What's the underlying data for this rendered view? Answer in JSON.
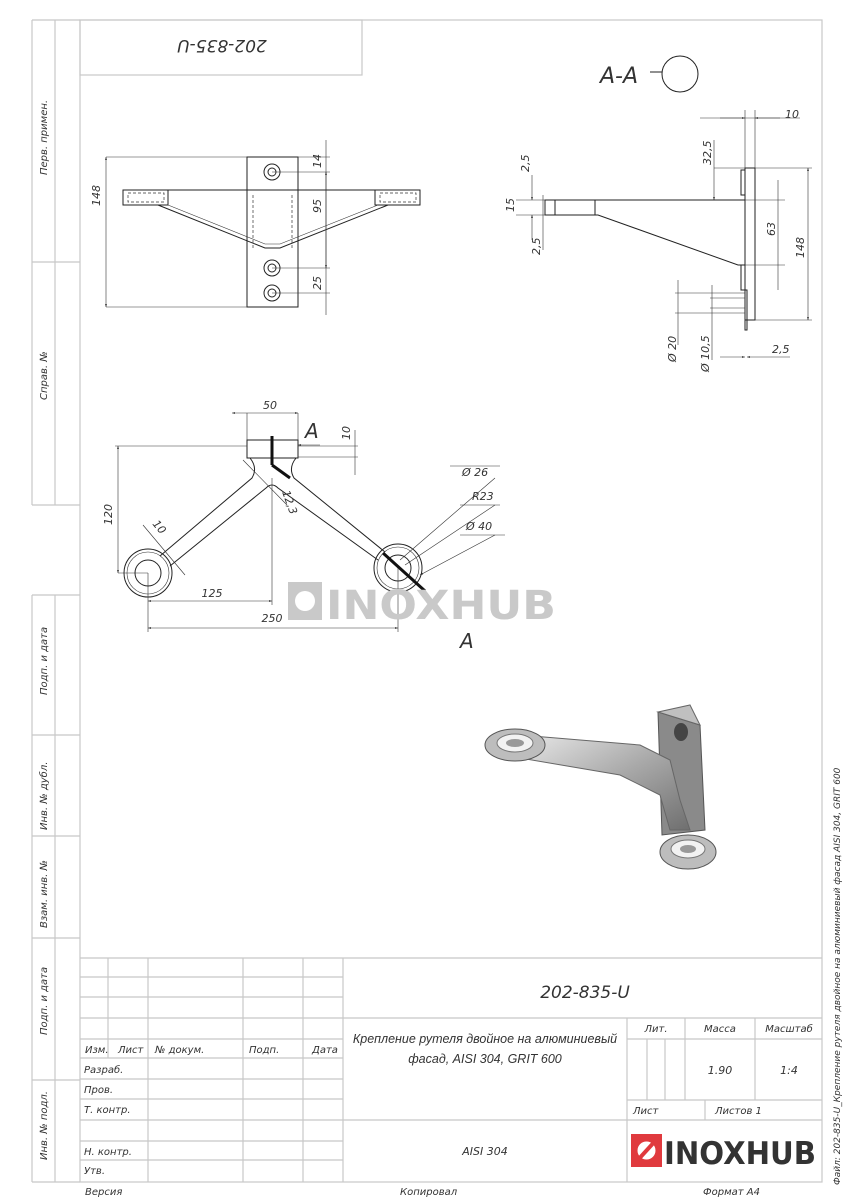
{
  "stamp_top": "202-835-U",
  "side_labels": {
    "perv_primen": "Перв. примен.",
    "sprav_no": "Справ. №",
    "podp_data_1": "Подп. и дата",
    "inv_dubl": "Инв. № дубл.",
    "vzam_inv": "Взам. инв. №",
    "podp_data_2": "Подп. и дата",
    "inv_podl": "Инв. № подл."
  },
  "front_view": {
    "dim_148": "148",
    "dim_14": "14",
    "dim_95": "95",
    "dim_25": "25"
  },
  "plan_view": {
    "dim_50": "50",
    "dim_10": "10",
    "section_mark_1": "A",
    "section_mark_2": "A",
    "dim_120": "120",
    "dim_10_arm": "10",
    "dim_12_3": "12,3",
    "dim_125": "125",
    "dim_250": "250",
    "dia_26": "Ø 26",
    "r_23": "R23",
    "dia_40": "Ø 40"
  },
  "section_view": {
    "title": "A-A",
    "dim_10": "10",
    "dim_32_5": "32,5",
    "dim_2_5_top": "2,5",
    "dim_15": "15",
    "dim_2_5_bottom": "2,5",
    "dim_63": "63",
    "dim_148": "148",
    "dia_20": "Ø 20",
    "dia_10_5": "Ø 10,5",
    "dim_2_5_plate": "2,5"
  },
  "watermark": "INOXHUB",
  "title_block": {
    "designation": "202-835-U",
    "name_line1": "Крепление рутеля двойное на алюминиевый",
    "name_line2": "фасад,  AISI 304, GRIT 600",
    "headers": {
      "izm": "Изм.",
      "list": "Лист",
      "doc_no": "№ докум.",
      "podp": "Подп.",
      "data": "Дата"
    },
    "rows": {
      "razrab": "Разраб.",
      "prov": "Пров.",
      "t_kontr": "Т. контр.",
      "n_kontr": "Н. контр.",
      "utv": "Утв."
    },
    "lit_label": "Лит.",
    "mass_label": "Масса",
    "scale_label": "Масштаб",
    "mass": "1.90",
    "scale": "1:4",
    "sheet_label": "Лист",
    "sheets_label": "Листов 1",
    "material": "AISI 304",
    "logo_text": "INOXHUB",
    "brand_color": "#e03a3e"
  },
  "footer": {
    "version": "Версия",
    "copied": "Копировал",
    "format": "Формат A4"
  },
  "file_caption": "Файл: 202-835-U_Крепление рутеля двойное на алюминиевый фасад  AISI 304, GRIT 600"
}
